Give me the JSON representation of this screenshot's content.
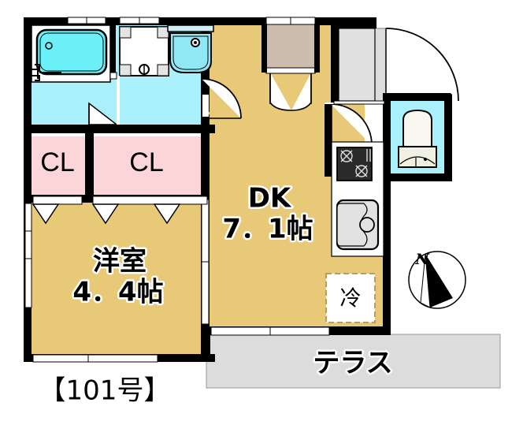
{
  "plan": {
    "unit_label": "【101号】",
    "compass_label": "N",
    "rooms": [
      {
        "id": "dk",
        "name": "DK",
        "line1": "DK",
        "line2": "7．1帖"
      },
      {
        "id": "washitsu",
        "name": "洋室",
        "line1": "洋室",
        "line2": "4．4帖"
      }
    ],
    "area_labels": {
      "dk_name": "DK",
      "dk_size": "7．1帖",
      "room_name": "洋室",
      "room_size": "4．4帖",
      "terrace": "テラス",
      "closet_left": "CL",
      "closet_right": "CL",
      "fridge": "冷"
    },
    "fixtures": {
      "bathtub": "bathtub-icon",
      "washing_machine": "washing-machine-icon",
      "washbasin": "washbasin-icon",
      "toilet": "toilet-icon",
      "stove": "gas-stove-icon",
      "sink": "kitchen-sink-icon",
      "fridge_space": "refrigerator-space-icon",
      "entrance": "entrance-tile-icon",
      "shoe_box": "shoe-box-icon",
      "storage": "storage-closet-icon"
    },
    "colors": {
      "wall": "#000000",
      "floor_living": "#e8c978",
      "floor_wet": "#aaf0fb",
      "floor_closet": "#fbd5d8",
      "floor_terrace": "#dcdcdc",
      "floor_entrance": "#dcdcdc",
      "storage_fill": "#cdbdae",
      "background": "#ffffff",
      "text": "#000000"
    }
  }
}
